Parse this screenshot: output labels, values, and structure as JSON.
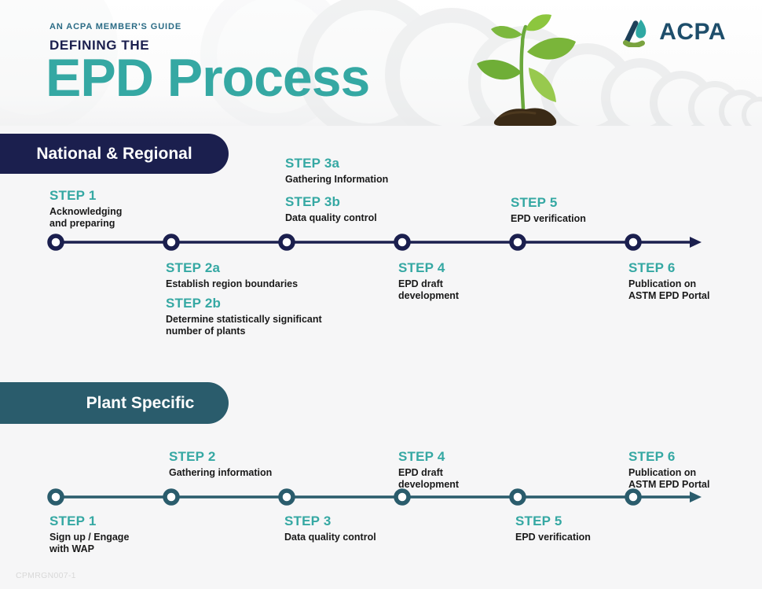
{
  "colors": {
    "accent_teal": "#35a8a3",
    "navy": "#1b1f4e",
    "dark_teal": "#2a5c6c",
    "logo_blue": "#1e4e6b",
    "logo_green": "#7aa33f",
    "desc_text": "#1a1a1a"
  },
  "header": {
    "eyebrow": "AN ACPA MEMBER'S GUIDE",
    "kicker": "DEFINING THE",
    "title": "EPD Process",
    "logo_text": "ACPA"
  },
  "sections": [
    {
      "banner": "National & Regional",
      "steps_above": [
        {
          "label": "STEP 1",
          "desc": "Acknowledging\nand preparing"
        },
        {
          "label": "STEP 3a",
          "desc": "Gathering Information"
        },
        {
          "label": "STEP 3b",
          "desc": "Data quality control"
        },
        {
          "label": "STEP 5",
          "desc": "EPD verification"
        }
      ],
      "steps_below": [
        {
          "label": "STEP 2a",
          "desc": "Establish region boundaries"
        },
        {
          "label": "STEP 2b",
          "desc": "Determine statistically significant\nnumber of plants"
        },
        {
          "label": "STEP 4",
          "desc": "EPD draft\ndevelopment"
        },
        {
          "label": "STEP 6",
          "desc": "Publication on\nASTM EPD Portal"
        }
      ]
    },
    {
      "banner": "Plant Specific",
      "steps_above": [
        {
          "label": "STEP 2",
          "desc": "Gathering information"
        },
        {
          "label": "STEP 4",
          "desc": "EPD draft\ndevelopment"
        },
        {
          "label": "STEP 6",
          "desc": "Publication on\nASTM EPD Portal"
        }
      ],
      "steps_below": [
        {
          "label": "STEP 1",
          "desc": "Sign up / Engage\nwith WAP"
        },
        {
          "label": "STEP 3",
          "desc": "Data quality control"
        },
        {
          "label": "STEP 5",
          "desc": "EPD verification"
        }
      ]
    }
  ],
  "footer": {
    "code": "CPMRGN007-1"
  }
}
